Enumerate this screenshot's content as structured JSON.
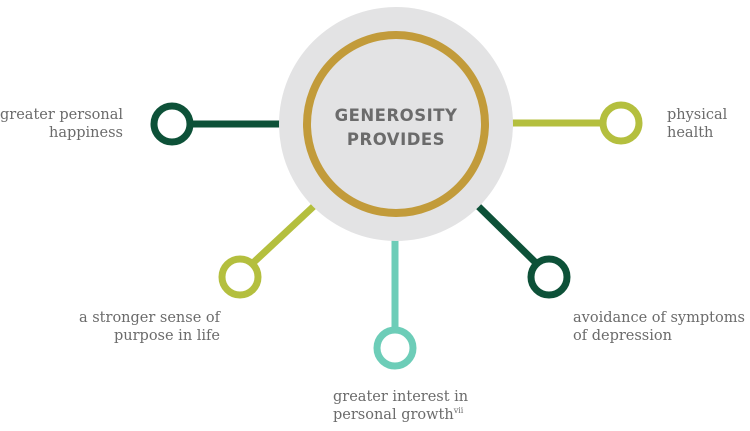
{
  "center": {
    "line1": "GENEROSITY",
    "line2": "PROVIDES"
  },
  "colors": {
    "hub": "#e3e3e4",
    "ring": "#c29b3a",
    "dark_green": "#0d5138",
    "lime": "#b4bf3e",
    "teal": "#6dcdb8",
    "text": "#6b6b6b"
  },
  "benefits": [
    {
      "key": "happiness",
      "line1": "greater personal",
      "line2": "happiness",
      "color": "dark_green"
    },
    {
      "key": "health",
      "line1": "physical",
      "line2": "health",
      "color": "lime"
    },
    {
      "key": "purpose",
      "line1": "a stronger sense of",
      "line2": "purpose in life",
      "color": "lime"
    },
    {
      "key": "growth",
      "line1": "greater interest in",
      "line2": "personal growth",
      "sup": "vii",
      "color": "teal"
    },
    {
      "key": "depression",
      "line1": "avoidance of symptoms",
      "line2": "of depression",
      "color": "dark_green"
    }
  ]
}
